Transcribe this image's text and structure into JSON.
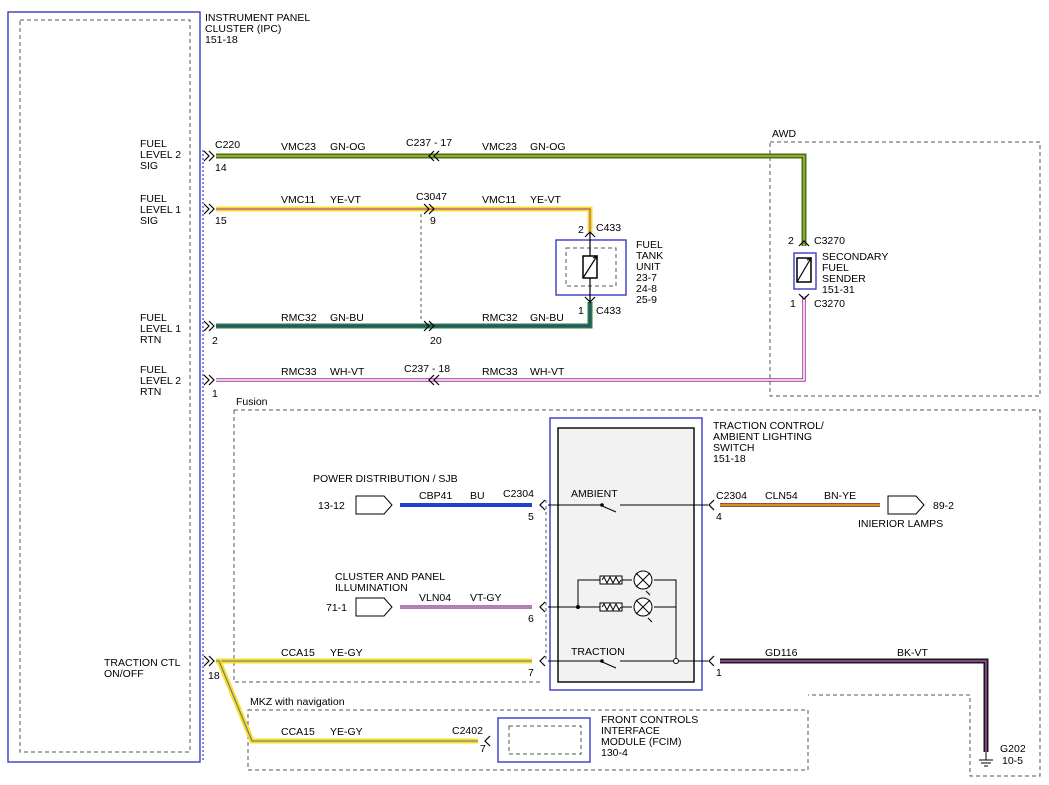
{
  "ipc": {
    "title": "INSTRUMENT PANEL",
    "title2": "CLUSTER (IPC)",
    "ref": "151-18"
  },
  "pins": {
    "fuel2sig": [
      "FUEL",
      "LEVEL 2",
      "SIG"
    ],
    "fuel1sig": [
      "FUEL",
      "LEVEL 1",
      "SIG"
    ],
    "fuel1rtn": [
      "FUEL",
      "LEVEL 1",
      "RTN"
    ],
    "fuel2rtn": [
      "FUEL",
      "LEVEL 2",
      "RTN"
    ],
    "traction": [
      "TRACTION CTL",
      "ON/OFF"
    ]
  },
  "connectors": {
    "c220": "C220",
    "p14": "14",
    "p15": "15",
    "p2": "2",
    "p1": "1",
    "p18": "18",
    "c237_17": "C237 - 17",
    "c237_18": "C237 - 18",
    "c3047": "C3047",
    "p9": "9",
    "p20": "20",
    "c433a": "C433",
    "c433b": "C433",
    "p433a": "2",
    "p433b": "1",
    "c3270a": "C3270",
    "c3270b": "C3270",
    "p3270a": "2",
    "p3270b": "1",
    "c2304a": "C2304",
    "c2304b": "C2304",
    "p5": "5",
    "p4": "4",
    "p6": "6",
    "p7a": "7",
    "p1b": "1",
    "c2402": "C2402",
    "p7b": "7"
  },
  "wires": {
    "vmc23a": "VMC23",
    "vmc23a_c": "GN-OG",
    "vmc23b": "VMC23",
    "vmc23b_c": "GN-OG",
    "vmc11a": "VMC11",
    "vmc11a_c": "YE-VT",
    "vmc11b": "VMC11",
    "vmc11b_c": "YE-VT",
    "rmc32a": "RMC32",
    "rmc32a_c": "GN-BU",
    "rmc32b": "RMC32",
    "rmc32b_c": "GN-BU",
    "rmc33a": "RMC33",
    "rmc33a_c": "WH-VT",
    "rmc33b": "RMC33",
    "rmc33b_c": "WH-VT",
    "cbp41": "CBP41",
    "cbp41_c": "BU",
    "cln54": "CLN54",
    "cln54_c": "BN-YE",
    "vln04": "VLN04",
    "vln04_c": "VT-GY",
    "cca15a": "CCA15",
    "cca15a_c": "YE-GY",
    "gd116": "GD116",
    "gd116_c": "BK-VT",
    "cca15b": "CCA15",
    "cca15b_c": "YE-GY"
  },
  "components": {
    "fuel_tank": [
      "FUEL",
      "TANK",
      "UNIT",
      "23-7",
      "24-8",
      "25-9"
    ],
    "secondary": [
      "SECONDARY",
      "FUEL",
      "SENDER",
      "151-31"
    ],
    "switch": [
      "TRACTION CONTROL/",
      "AMBIENT LIGHTING",
      "SWITCH",
      "151-18"
    ],
    "ambient": "AMBIENT",
    "traction_label": "TRACTION",
    "fcim": [
      "FRONT CONTROLS",
      "INTERFACE",
      "MODULE (FCIM)",
      "130-4"
    ]
  },
  "sources": {
    "pdist": "POWER DISTRIBUTION / SJB",
    "pdist_ref": "13-12",
    "cluster": [
      "CLUSTER AND PANEL",
      "ILLUMINATION"
    ],
    "cluster_ref": "71-1",
    "interior": "INIERIOR LAMPS",
    "interior_ref": "89-2",
    "g202": "G202",
    "g202_ref": "10-5"
  },
  "regions": {
    "awd": "AWD",
    "fusion": "Fusion",
    "mkz": "MKZ with navigation"
  },
  "colors": {
    "gn": "#2e7d1e",
    "og": "#f0a02a",
    "ye": "#f5dd2e",
    "vt": "#a030a0",
    "bu": "#1f3fd0",
    "wh": "#ffffff",
    "bn": "#8b5a2b",
    "bk": "#1a1a1a",
    "gy": "#9a9a9a",
    "outline": "#3a3ac8"
  }
}
